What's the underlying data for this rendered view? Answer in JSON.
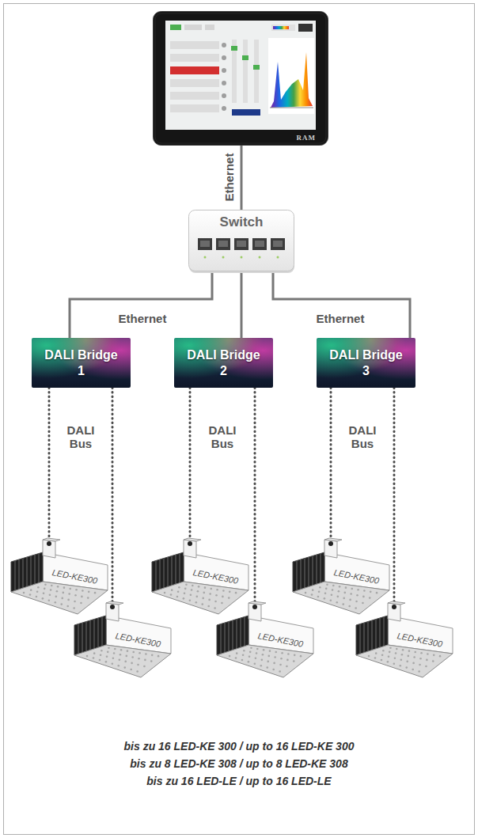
{
  "diagram": {
    "nodes": [
      {
        "text": [
          "RAM"
        ]
      },
      {
        "text": [
          "Switch"
        ]
      },
      {
        "text": [
          "DALI Bridge",
          "1"
        ]
      },
      {
        "text": [
          "DALI Bridge",
          "2"
        ]
      },
      {
        "text": [
          "DALI Bridge",
          "3"
        ]
      },
      {
        "text": [
          "LED-KE300"
        ]
      },
      {
        "text": [
          "LED-KE300"
        ]
      },
      {
        "text": [
          "LED-KE300"
        ]
      },
      {
        "text": [
          "LED-KE300"
        ]
      },
      {
        "text": [
          "LED-KE300"
        ]
      },
      {
        "text": [
          "LED-KE300"
        ]
      }
    ],
    "edges": [
      {
        "from": 0,
        "to": 1,
        "label": "Ethernet",
        "arrow": "none"
      },
      {
        "from": 1,
        "to": 2,
        "label": "Ethernet",
        "arrow": "none"
      },
      {
        "from": 1,
        "to": 3,
        "arrow": "none"
      },
      {
        "from": 1,
        "to": 4,
        "label": "Ethernet",
        "arrow": "none"
      },
      {
        "from": 2,
        "to": 5,
        "label": "DALI Bus",
        "arrow": "none"
      },
      {
        "from": 2,
        "to": 6,
        "arrow": "none"
      },
      {
        "from": 3,
        "to": 7,
        "label": "DALI Bus",
        "arrow": "none"
      },
      {
        "from": 3,
        "to": 8,
        "arrow": "none"
      },
      {
        "from": 4,
        "to": 9,
        "label": "DALI Bus",
        "arrow": "none"
      },
      {
        "from": 4,
        "to": 10,
        "arrow": "none"
      }
    ],
    "labels": [
      "bis zu 16 LED-KE 300 / up to 16 LED-KE 300",
      "bis zu 8 LED-KE 308 / up to 8 LED-KE 308",
      "bis zu 16 LED-LE / up to 16 LED-LE"
    ]
  }
}
